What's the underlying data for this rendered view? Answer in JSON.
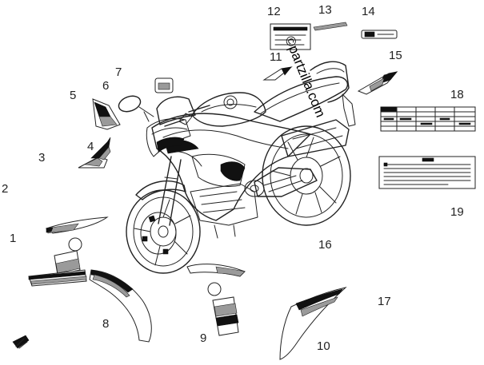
{
  "watermark": "©partzilla.com",
  "callouts": [
    {
      "id": "1",
      "text": "1"
    },
    {
      "id": "2",
      "text": "2"
    },
    {
      "id": "3",
      "text": "3"
    },
    {
      "id": "4",
      "text": "4"
    },
    {
      "id": "5",
      "text": "5"
    },
    {
      "id": "6",
      "text": "6"
    },
    {
      "id": "7",
      "text": "7"
    },
    {
      "id": "8",
      "text": "8"
    },
    {
      "id": "9",
      "text": "9"
    },
    {
      "id": "10",
      "text": "10"
    },
    {
      "id": "11",
      "text": "11"
    },
    {
      "id": "12",
      "text": "12"
    },
    {
      "id": "13",
      "text": "13"
    },
    {
      "id": "14",
      "text": "14"
    },
    {
      "id": "15",
      "text": "15"
    },
    {
      "id": "16",
      "text": "16"
    },
    {
      "id": "17",
      "text": "17"
    },
    {
      "id": "18",
      "text": "18"
    },
    {
      "id": "19",
      "text": "19"
    }
  ],
  "colors": {
    "line": "#222222",
    "decal_dark": "#111111",
    "decal_gray": "#9a9a9a",
    "background": "#ffffff"
  },
  "icons": {
    "label_18": "tire-pressure-table-label",
    "label_19": "warning-text-label",
    "label_14": "small-emblem-label",
    "part_8": "fairing-stripe-decal"
  }
}
